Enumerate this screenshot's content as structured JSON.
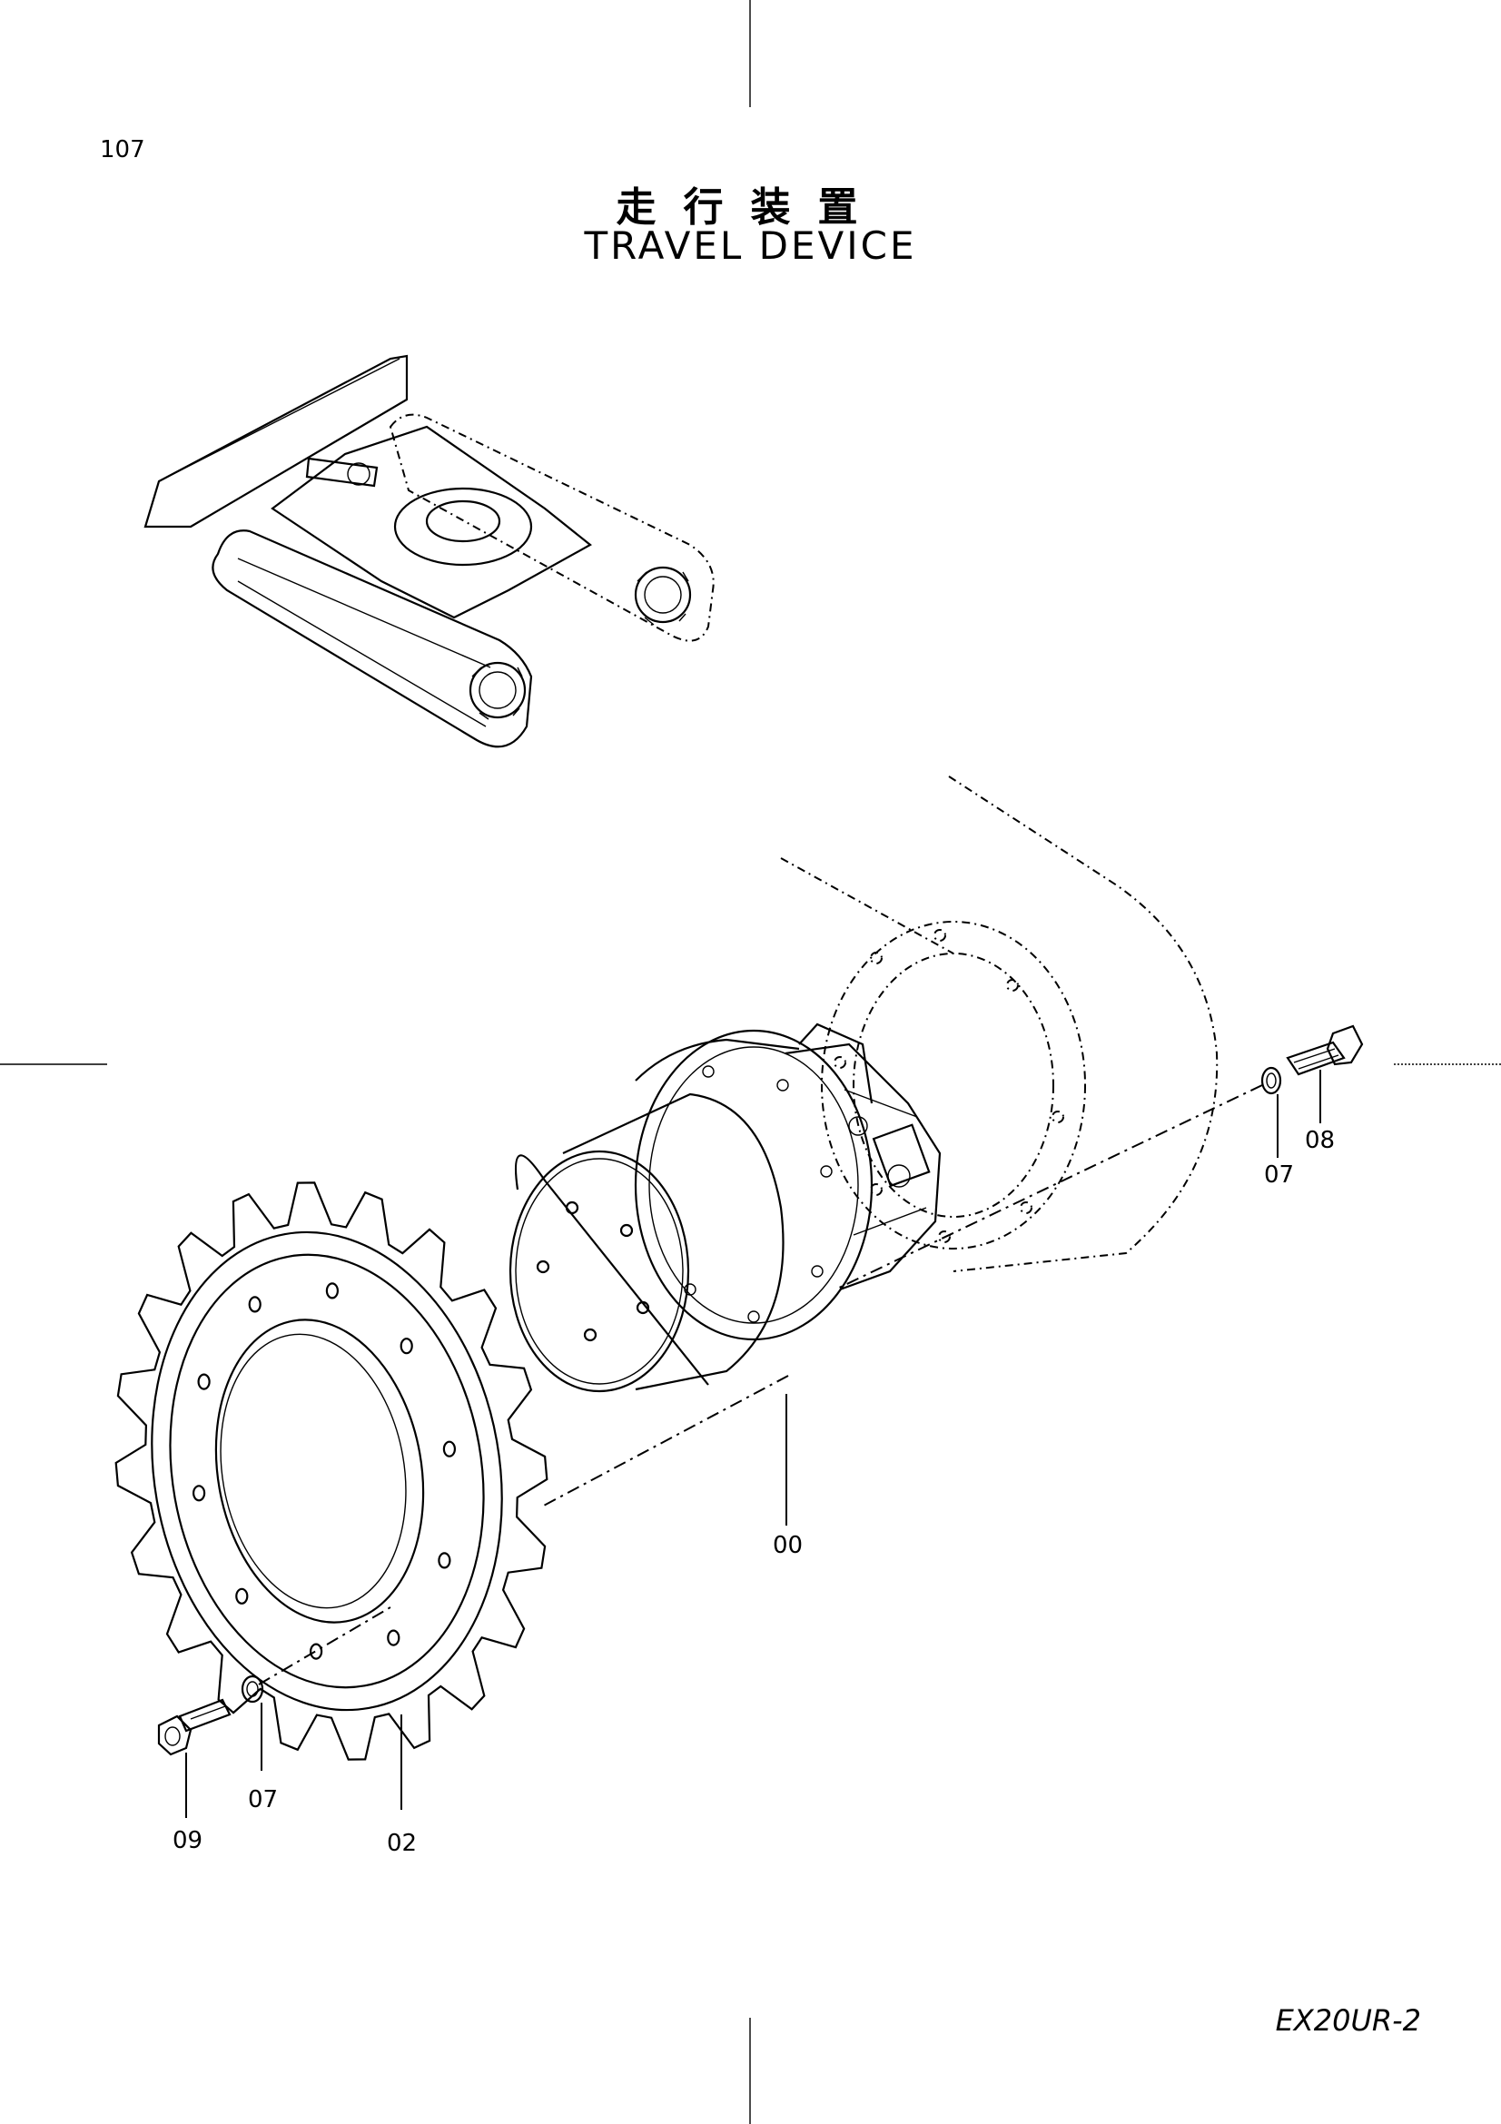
{
  "page": {
    "number": "107",
    "model": "EX20UR-2"
  },
  "title": {
    "cn": "走行装置",
    "en": "TRAVEL DEVICE"
  },
  "callouts": {
    "c00": "00",
    "c02": "02",
    "c07_right": "07",
    "c07_left": "07",
    "c08": "08",
    "c09": "09"
  },
  "parts": {
    "p00": "travel motor / reduction device",
    "p02": "sprocket",
    "p07": "spring washer",
    "p08": "bolt",
    "p09": "bolt"
  }
}
